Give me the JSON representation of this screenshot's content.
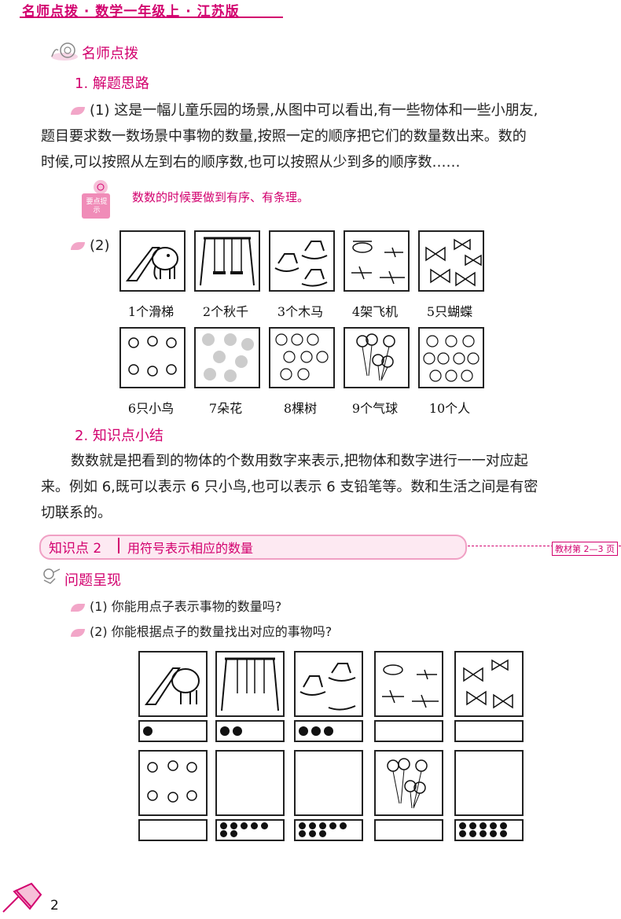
{
  "header": {
    "title": "名师点拨 · 数学一年级上 · 江苏版"
  },
  "section1": {
    "title": "名师点拨",
    "sub1": "1. 解题思路",
    "para1_line1": "(1) 这是一幅儿童乐园的场景,从图中可以看出,有一些物体和一些小朋友,",
    "para1_line2": "题目要求数一数场景中事物的数量,按照一定的顺序把它们的数量数出来。数的",
    "para1_line3": "时候,可以按照从左到右的顺序数,也可以按照从少到多的顺序数……",
    "tip_badge": "要点提示",
    "tip_text": "数数的时候要做到有序、有条理。",
    "part2_label": "(2)",
    "row1_captions": [
      "1个滑梯",
      "2个秋千",
      "3个木马",
      "4架飞机",
      "5只蝴蝶"
    ],
    "row2_captions": [
      "6只小鸟",
      "7朵花",
      "8棵树",
      "9个气球",
      "10个人"
    ],
    "sub2": "2. 知识点小结",
    "para2_line1": "数数就是把看到的物体的个数用数字来表示,把物体和数字进行一一对应起",
    "para2_line2": "来。例如 6,既可以表示 6 只小鸟,也可以表示 6 支铅笔等。数和生活之间是有密",
    "para2_line3": "切联系的。"
  },
  "knowledge_point": {
    "label": "知识点 2",
    "title": "用符号表示相应的数量",
    "ref": "教材第 2—3 页"
  },
  "section2": {
    "title": "问题呈现",
    "q1": "(1) 你能用点子表示事物的数量吗?",
    "q2": "(2) 你能根据点子的数量找出对应的事物吗?"
  },
  "exercise": {
    "row1_dots": [
      1,
      2,
      3,
      0,
      0
    ],
    "row2_dots": [
      0,
      7,
      8,
      0,
      10
    ]
  },
  "footer": {
    "page_number": "2"
  }
}
